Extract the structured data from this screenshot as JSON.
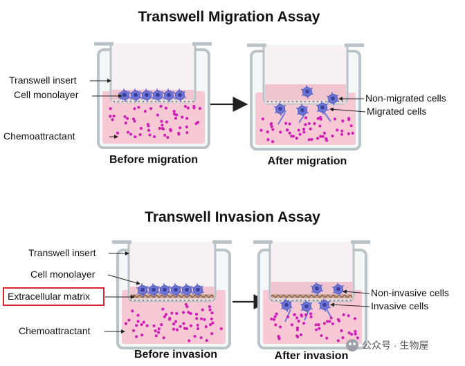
{
  "migration": {
    "title": "Transwell Migration Assay",
    "labels": {
      "insert": "Transwell insert",
      "monolayer": "Cell monolayer",
      "chemo": "Chemoattractant",
      "non_migrated": "Non-migrated cells",
      "migrated": "Migrated cells"
    },
    "captions": {
      "before": "Before migration",
      "after": "After migration"
    }
  },
  "invasion": {
    "title": "Transwell Invasion Assay",
    "labels": {
      "insert": "Transwell insert",
      "monolayer": "Cell monolayer",
      "ecm": "Extracellular matrix",
      "chemo": "Chemoattractant",
      "non_invasive": "Non-invasive cells",
      "invasive": "Invasive cells"
    },
    "captions": {
      "before": "Before invasion",
      "after": "After invasion"
    }
  },
  "watermark": {
    "text": "公众号 · 生物屋"
  },
  "colors": {
    "medium": "#f7c9d4",
    "well_wall": "#b9c3c8",
    "cell_body": "#6f78d6",
    "cell_nucleus": "#3c3f9e",
    "chemo_dot": "#d01fb7",
    "highlight_box": "#d6232f"
  }
}
